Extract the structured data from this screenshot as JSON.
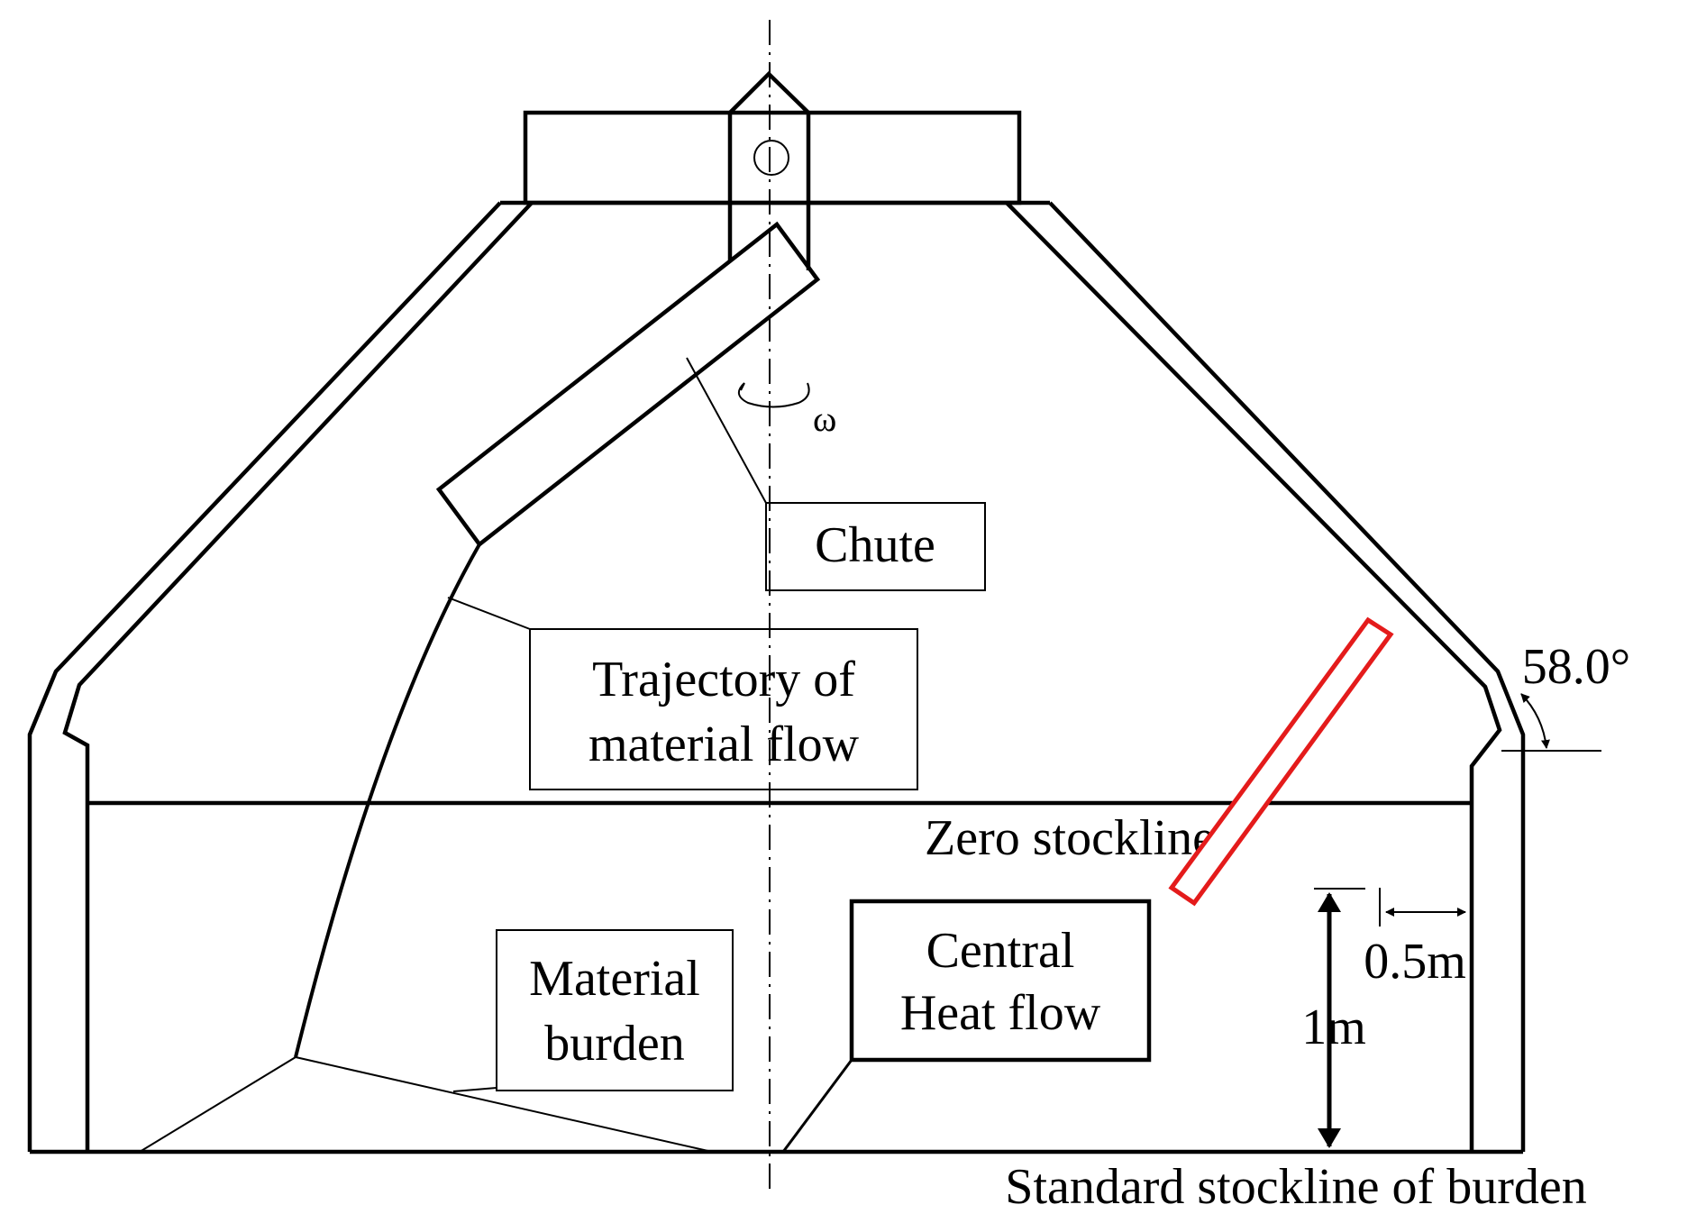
{
  "labels": {
    "chute": "Chute",
    "trajectory_line1": "Trajectory of",
    "trajectory_line2": "material flow",
    "zero_stockline": "Zero stockline",
    "material_line1": "Material",
    "material_line2": "burden",
    "central_line1": "Central",
    "central_line2": "Heat flow",
    "standard_stockline": "Standard stockline of burden",
    "omega": "ω",
    "angle": "58.0°",
    "dim_horizontal": "0.5m",
    "dim_vertical": "1m"
  },
  "colors": {
    "outline": "#000000",
    "probe": "#e41b1b",
    "background": "#ffffff"
  }
}
